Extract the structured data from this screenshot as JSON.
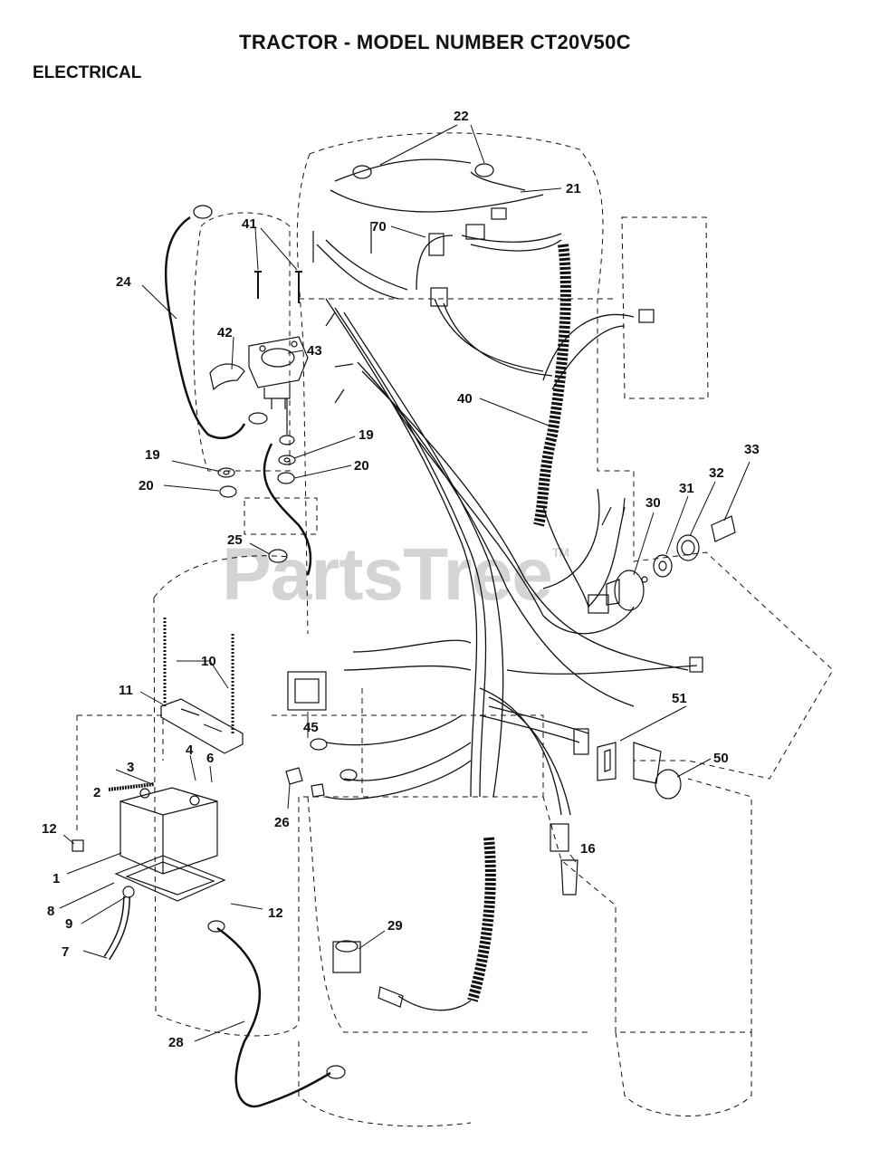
{
  "header": {
    "title": "TRACTOR - MODEL NUMBER CT20V50C",
    "section": "ELECTRICAL"
  },
  "watermark": {
    "text": "PartsTree",
    "tm": "TM"
  },
  "callouts": {
    "c1": "1",
    "c2": "2",
    "c3": "3",
    "c4": "4",
    "c6": "6",
    "c7": "7",
    "c8": "8",
    "c9": "9",
    "c10": "10",
    "c11": "11",
    "c12a": "12",
    "c12b": "12",
    "c16": "16",
    "c19a": "19",
    "c19b": "19",
    "c20a": "20",
    "c20b": "20",
    "c21": "21",
    "c22": "22",
    "c24": "24",
    "c25": "25",
    "c26": "26",
    "c28": "28",
    "c29": "29",
    "c30": "30",
    "c31": "31",
    "c32": "32",
    "c33": "33",
    "c40": "40",
    "c41": "41",
    "c42": "42",
    "c43": "43",
    "c45": "45",
    "c50": "50",
    "c51": "51",
    "c70": "70"
  },
  "colors": {
    "ink": "#111111",
    "watermark": "#d4d4d4",
    "background": "#ffffff"
  }
}
